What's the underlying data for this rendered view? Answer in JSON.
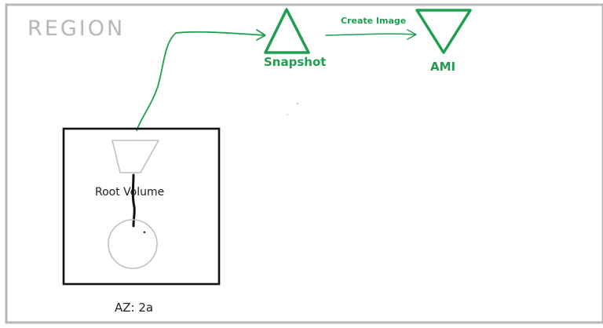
{
  "diagram": {
    "region_label": "REGION",
    "snapshot_label": "Snapshot",
    "ami_label": "AMI",
    "create_image_label": "Create Image",
    "root_volume_label": "Root Volume",
    "az_label": "AZ: 2a"
  },
  "colors": {
    "region_border": "#b9b9b9",
    "green": "#1f9e4f",
    "gray": "#bdbdbd",
    "black": "#111111"
  }
}
